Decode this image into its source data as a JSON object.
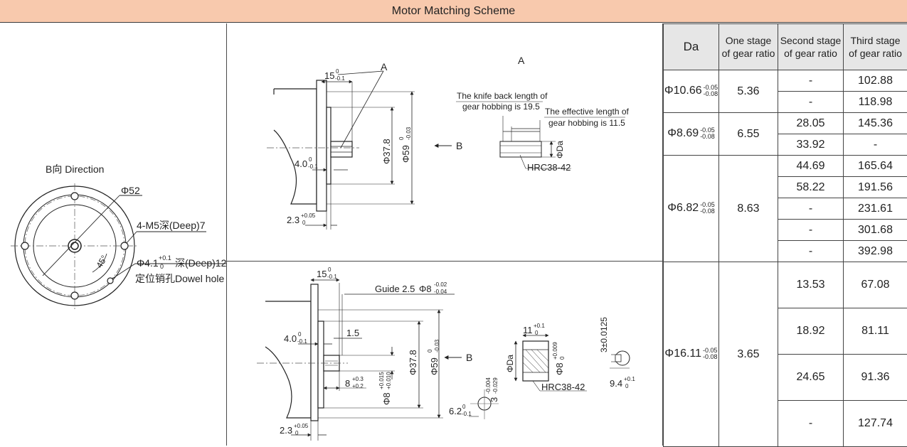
{
  "header": {
    "title": "Motor Matching Scheme"
  },
  "left_panel": {
    "direction_label": "B向 Direction",
    "phi52": "Φ52",
    "thread": "4-M5深(Deep)7",
    "hole": "Φ4.1",
    "hole_tol_top": "+0.1",
    "hole_tol_bot": "0",
    "hole_depth": "深(Deep)12",
    "dowel": "定位销孔Dowel hole",
    "angle": "45°"
  },
  "top_drawing": {
    "label_a": "A",
    "view_a": "A",
    "dim_15": "15",
    "dim_15_tol_top": "0",
    "dim_15_tol_bot": "-0.1",
    "dim_4": "4.0",
    "dim_4_tol_top": "0",
    "dim_4_tol_bot": "-0.1",
    "dim_2_3": "2.3",
    "dim_2_3_tol_top": "+0.05",
    "dim_2_3_tol_bot": "0",
    "phi37": "Φ37.8",
    "phi59": "Φ59",
    "phi59_tol_top": "0",
    "phi59_tol_bot": "-0.03",
    "arrow_b": "B",
    "knife_line1": "The knife back length of",
    "knife_line2": "gear hobbing is 19.5",
    "effective_line1": "The effective length of",
    "effective_line2": "gear hobbing is 11.5",
    "phida": "ΦDa",
    "hrc": "HRC38-42"
  },
  "bottom_drawing": {
    "dim_15": "15",
    "dim_15_tol_top": "0",
    "dim_15_tol_bot": "-0.1",
    "guide": "Guide 2.5",
    "phi8": "Φ8",
    "phi8_tol_top": "-0.02",
    "phi8_tol_bot": "-0.04",
    "dim_4": "4.0",
    "dim_4_tol_top": "0",
    "dim_4_tol_bot": "-0.1",
    "dim_1_5": "1.5",
    "dim_8": "8",
    "dim_8_tol_top": "+0.3",
    "dim_8_tol_bot": "+0.2",
    "phi8b": "Φ8",
    "phi8b_tol_top": "+0.015",
    "phi8b_tol_bot": "+0.010",
    "phi37": "Φ37.8",
    "phi59": "Φ59",
    "phi59_tol_top": "0",
    "phi59_tol_bot": "-0.03",
    "arrow_b": "B",
    "dim_2_3": "2.3",
    "dim_2_3_tol_top": "+0.05",
    "dim_2_3_tol_bot": "0",
    "dim_6_2": "6.2",
    "dim_6_2_tol_top": "0",
    "dim_6_2_tol_bot": "-0.1",
    "dim_3": "3",
    "dim_3_tol_top": "-0.004",
    "dim_3_tol_bot": "-0.029",
    "dim_11": "11",
    "dim_11_tol_top": "+0.1",
    "dim_11_tol_bot": "0",
    "phida": "ΦDa",
    "phi8c": "Φ8",
    "phi8c_tol_top": "+0.009",
    "phi8c_tol_bot": "0",
    "hrc": "HRC38-42",
    "dim_3_key": "3±0.0125",
    "dim_9_4": "9.4",
    "dim_9_4_tol_top": "+0.1",
    "dim_9_4_tol_bot": "0"
  },
  "table": {
    "headers": [
      "Da",
      "One stage\nof gear ratio",
      "Second stage\nof gear ratio",
      "Third stage\nof gear ratio"
    ],
    "groups": [
      {
        "da": "Φ10.66",
        "tol_top": "-0.05",
        "tol_bot": "-0.08",
        "one": "5.36",
        "rows": [
          [
            "-",
            "102.88"
          ],
          [
            "-",
            "118.98"
          ]
        ]
      },
      {
        "da": "Φ8.69",
        "tol_top": "-0.05",
        "tol_bot": "-0.08",
        "one": "6.55",
        "rows": [
          [
            "28.05",
            "145.36"
          ],
          [
            "33.92",
            "-"
          ]
        ]
      },
      {
        "da": "Φ6.82",
        "tol_top": "-0.05",
        "tol_bot": "-0.08",
        "one": "8.63",
        "rows": [
          [
            "44.69",
            "165.64"
          ],
          [
            "58.22",
            "191.56"
          ],
          [
            "-",
            "231.61"
          ],
          [
            "-",
            "301.68"
          ],
          [
            "-",
            "392.98"
          ]
        ]
      },
      {
        "da": "Φ16.11",
        "tol_top": "-0.05",
        "tol_bot": "-0.08",
        "one": "3.65",
        "rows": [
          [
            "13.53",
            "67.08"
          ],
          [
            "18.92",
            "81.11"
          ],
          [
            "24.65",
            "91.36"
          ],
          [
            "-",
            "127.74"
          ]
        ]
      }
    ]
  }
}
